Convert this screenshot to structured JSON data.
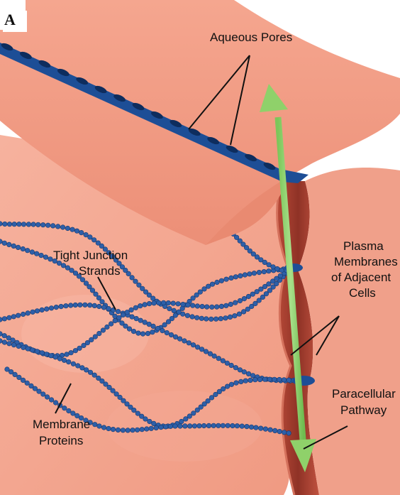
{
  "panel_letter": "A",
  "labels": {
    "aqueous_pores": "Aqueous Pores",
    "tight_junction": [
      "Tight Junction",
      "Strands"
    ],
    "plasma_membranes": [
      "Plasma",
      "Membranes",
      "of Adjacent",
      "Cells"
    ],
    "paracellular": [
      "Paracellular",
      "Pathway"
    ],
    "membrane_proteins": [
      "Membrane",
      "Proteins"
    ]
  },
  "colors": {
    "cell_surface": "#f2a08a",
    "cell_dark": "#c95d48",
    "strand": "#2e5fa8",
    "pore_strip": "#1d4e96",
    "pathway_arrow": "#8fd16a",
    "leader_line": "#111111"
  }
}
